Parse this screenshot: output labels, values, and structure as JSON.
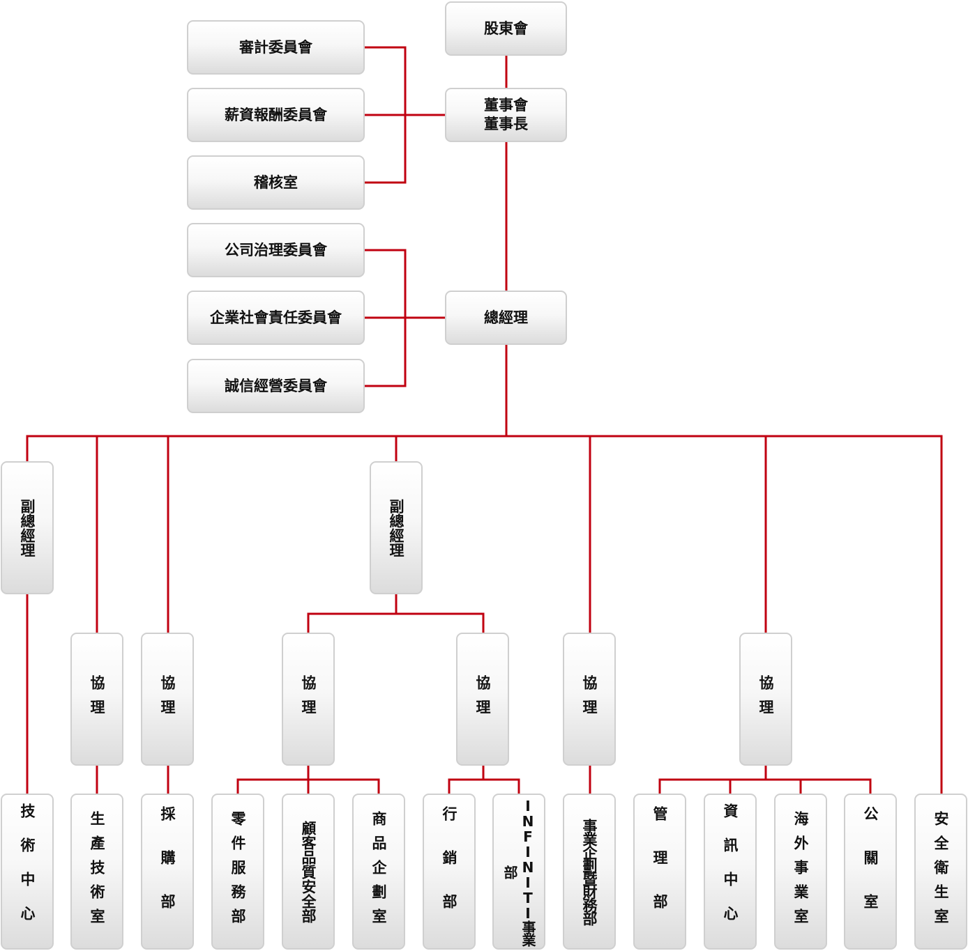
{
  "line_color": "#c00010",
  "nodes": {
    "shareholders": "股東會",
    "board": "董事會\n董事長",
    "audit_committee": "審計委員會",
    "remuneration_committee": "薪資報酬委員會",
    "audit_office": "稽核室",
    "governance_committee": "公司治理委員會",
    "csr_committee": "企業社會責任委員會",
    "integrity_committee": "誠信經營委員會",
    "president": "總經理",
    "vp_left": "副總經理",
    "vp_center": "副總經理",
    "ap_production": "協理",
    "ap_purchasing": "協理",
    "ap_quality": "協理",
    "ap_marketing": "協理",
    "ap_planning": "協理",
    "ap_management": "協理",
    "tech_center": "技術中心",
    "production_tech_office": "生產技術室",
    "purchasing_dept": "採購部",
    "parts_service_dept": "零件服務部",
    "customer_quality_safety_dept": "顧客品質安全部",
    "product_planning_office": "商品企劃室",
    "marketing_dept": "行銷部",
    "infiniti_dept": "INFINITI事業部",
    "business_planning_finance_dept": "事業企劃暨財務部",
    "management_dept": "管理部",
    "it_center": "資訊中心",
    "overseas_business_office": "海外事業室",
    "public_relations_office": "公關室",
    "safety_health_office": "安全衛生室"
  }
}
